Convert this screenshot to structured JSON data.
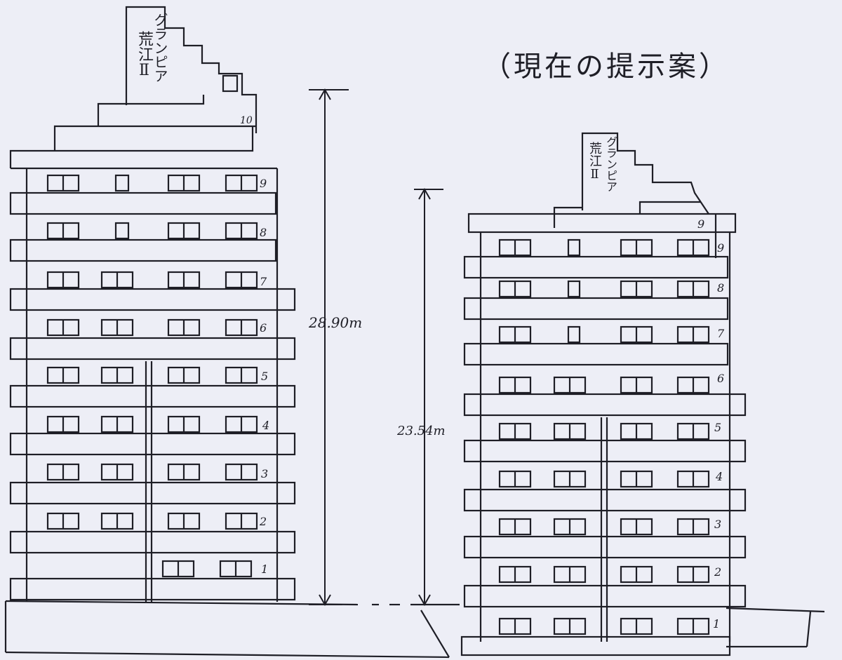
{
  "title": "（現在の提示案）",
  "left_building": {
    "sign_text": [
      "グランピア",
      "荒江Ⅱ"
    ],
    "roof_floor_label": "10",
    "floor_labels": [
      "9",
      "8",
      "7",
      "6",
      "5",
      "4",
      "3",
      "2",
      "1"
    ],
    "height_label": "28.90m",
    "height_m": 28.9
  },
  "right_building": {
    "sign_text": [
      "グランピア",
      "荒江Ⅱ"
    ],
    "roof_floor_label": "9",
    "floor_labels": [
      "9",
      "8",
      "7",
      "6",
      "5",
      "4",
      "3",
      "2",
      "1"
    ],
    "height_label": "23.54m",
    "height_m": 23.54
  },
  "colors": {
    "ink": "#1e1e26",
    "paper": "#edeef6"
  }
}
